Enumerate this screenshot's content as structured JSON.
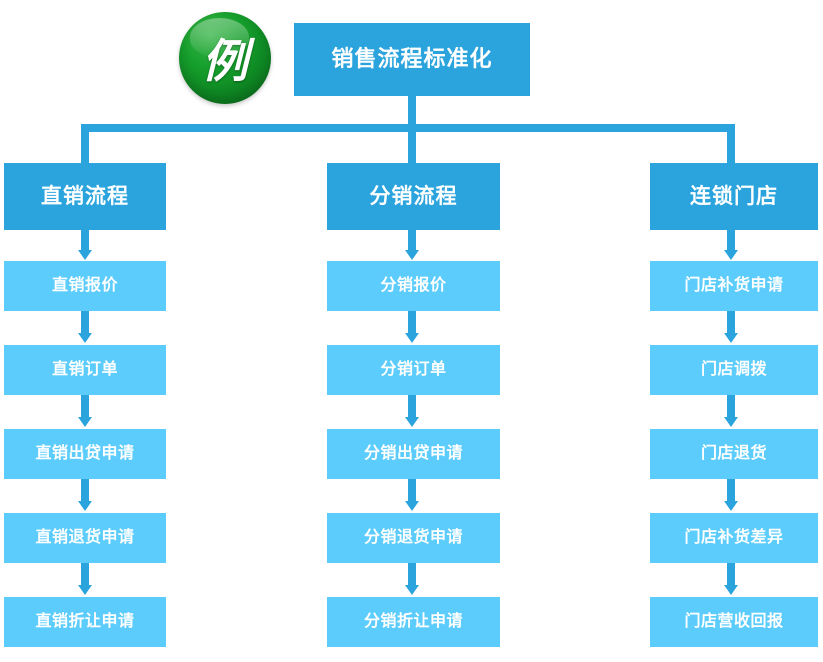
{
  "diagram": {
    "badge": {
      "label": "例",
      "color": "#0f8a24"
    },
    "root": {
      "label": "销售流程标准化",
      "color": "#2ba4dd"
    },
    "palette": {
      "header_color": "#2ba4dd",
      "item_color": "#5bccfb",
      "connector_color": "#2ba4dd",
      "background": "#ffffff"
    },
    "columns": [
      {
        "header": "直销流程",
        "items": [
          "直销报价",
          "直销订单",
          "直销出贷申请",
          "直销退货申请",
          "直销折让申请"
        ]
      },
      {
        "header": "分销流程",
        "items": [
          "分销报价",
          "分销订单",
          "分销出贷申请",
          "分销退货申请",
          "分销折让申请"
        ]
      },
      {
        "header": "连锁门店",
        "items": [
          "门店补货申请",
          "门店调拨",
          "门店退货",
          "门店补货差异",
          "门店营收回报"
        ]
      }
    ]
  }
}
